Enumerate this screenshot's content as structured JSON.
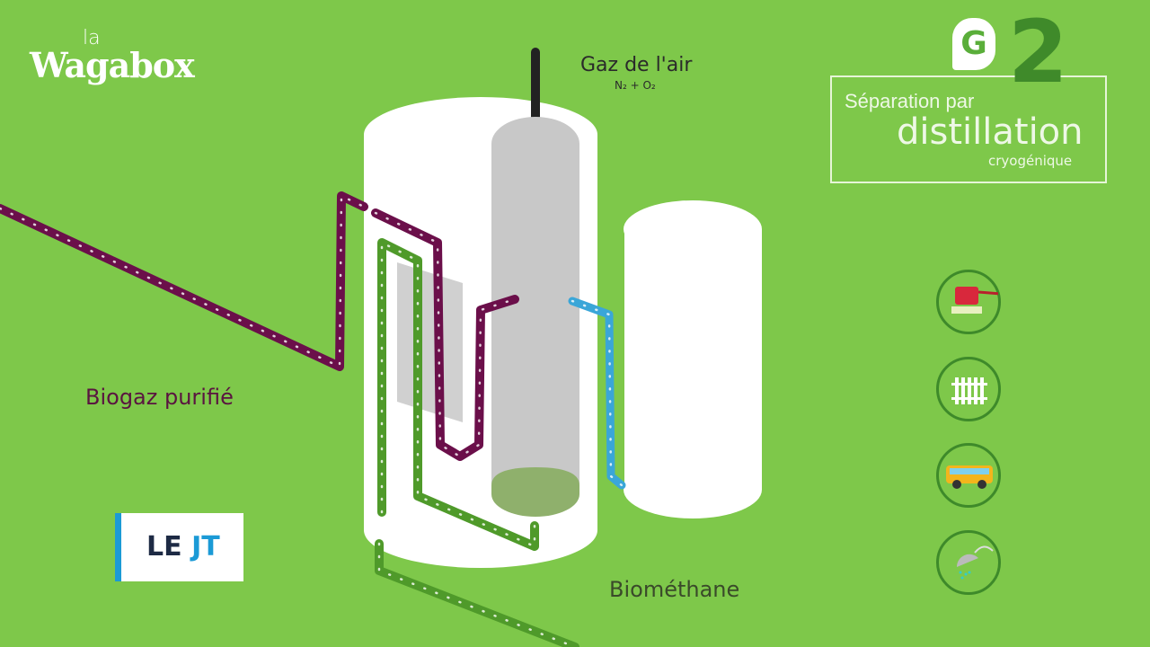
{
  "logo": {
    "small": "la",
    "name": "Wagabox"
  },
  "labels": {
    "air": "Gaz de l'air",
    "air_formula": "N₂ + O₂",
    "biogas": "Biogaz purifié",
    "biomethane": "Biométhane"
  },
  "title_box": {
    "line1": "Séparation par",
    "line2": "distillation",
    "line3": "cryogénique",
    "number": "2"
  },
  "channel": {
    "letter": "G"
  },
  "badge": {
    "part1": "LE",
    "part2": "JT"
  },
  "uses": [
    {
      "icon": "cooking-pot-icon"
    },
    {
      "icon": "radiator-icon"
    },
    {
      "icon": "bus-icon"
    },
    {
      "icon": "shower-icon"
    }
  ],
  "colors": {
    "background": "#7ec84a",
    "purple": "#6b0f4a",
    "green": "#4f9a2a",
    "blue": "#3aa6d8"
  }
}
